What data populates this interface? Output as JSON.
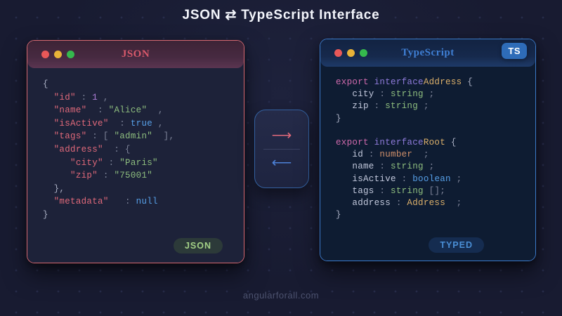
{
  "page": {
    "title": "JSON ⇄ TypeScript Interface",
    "watermark": "angularforall.com"
  },
  "colors": {
    "background": "#181b31",
    "json_border": "#d96a72",
    "ts_border": "#3c7ccc",
    "json_key": "#e0697a",
    "string_value": "#8fbf7f",
    "number_value": "#b07fd8",
    "boolean_value": "#57a0e8",
    "type_name": "#dcb06a",
    "arrow_to_ts": "#e0697a",
    "arrow_to_json": "#4d82d8"
  },
  "json_panel": {
    "title": "JSON",
    "badge": "JSON",
    "traffic_lights": [
      "red",
      "yellow",
      "green"
    ],
    "code": [
      [
        {
          "t": "{",
          "c": "brace"
        }
      ],
      [
        {
          "t": "  ",
          "c": "punc"
        },
        {
          "t": "\"id\"",
          "c": "key"
        },
        {
          "t": " : ",
          "c": "punc"
        },
        {
          "t": "1",
          "c": "num"
        },
        {
          "t": " ,",
          "c": "punc"
        }
      ],
      [
        {
          "t": "  ",
          "c": "punc"
        },
        {
          "t": "\"name\"",
          "c": "key"
        },
        {
          "t": "  : ",
          "c": "punc"
        },
        {
          "t": "\"Alice\"",
          "c": "str"
        },
        {
          "t": "  ,",
          "c": "punc"
        }
      ],
      [
        {
          "t": "  ",
          "c": "punc"
        },
        {
          "t": "\"isActive\"",
          "c": "key"
        },
        {
          "t": "  : ",
          "c": "punc"
        },
        {
          "t": "true",
          "c": "bool"
        },
        {
          "t": " ,",
          "c": "punc"
        }
      ],
      [
        {
          "t": "  ",
          "c": "punc"
        },
        {
          "t": "\"tags\"",
          "c": "key"
        },
        {
          "t": " : [ ",
          "c": "punc"
        },
        {
          "t": "\"admin\"",
          "c": "str"
        },
        {
          "t": "  ],",
          "c": "punc"
        }
      ],
      [
        {
          "t": "  ",
          "c": "punc"
        },
        {
          "t": "\"address\"",
          "c": "key"
        },
        {
          "t": "  : {",
          "c": "punc"
        }
      ],
      [
        {
          "t": "     ",
          "c": "punc"
        },
        {
          "t": "\"city\"",
          "c": "key"
        },
        {
          "t": " : ",
          "c": "punc"
        },
        {
          "t": "\"Paris\"",
          "c": "str"
        }
      ],
      [
        {
          "t": "     ",
          "c": "punc"
        },
        {
          "t": "\"zip\"",
          "c": "key"
        },
        {
          "t": " : ",
          "c": "punc"
        },
        {
          "t": "\"75001\"",
          "c": "str"
        }
      ],
      [
        {
          "t": "  },",
          "c": "brace"
        }
      ],
      [
        {
          "t": "  ",
          "c": "punc"
        },
        {
          "t": "\"metadata\"",
          "c": "key"
        },
        {
          "t": "   : ",
          "c": "punc"
        },
        {
          "t": "null",
          "c": "bool"
        }
      ],
      [
        {
          "t": "}",
          "c": "brace"
        }
      ]
    ]
  },
  "ts_panel": {
    "title": "TypeScript",
    "corner_badge": "TS",
    "badge": "TYPED",
    "traffic_lights": [
      "red",
      "yellow",
      "green"
    ],
    "code": [
      [
        {
          "t": "export ",
          "c": "kw1"
        },
        {
          "t": "interface",
          "c": "kw2"
        },
        {
          "t": "Address",
          "c": "type"
        },
        {
          "t": " {",
          "c": "brace"
        }
      ],
      [
        {
          "t": "   ",
          "c": "punc"
        },
        {
          "t": "city",
          "c": "prop"
        },
        {
          "t": " : ",
          "c": "punc"
        },
        {
          "t": "string",
          "c": "str"
        },
        {
          "t": " ;",
          "c": "punc"
        }
      ],
      [
        {
          "t": "   ",
          "c": "punc"
        },
        {
          "t": "zip",
          "c": "prop"
        },
        {
          "t": " : ",
          "c": "punc"
        },
        {
          "t": "string",
          "c": "str"
        },
        {
          "t": " ;",
          "c": "punc"
        }
      ],
      [
        {
          "t": "}",
          "c": "brace"
        }
      ],
      [],
      [
        {
          "t": "export ",
          "c": "kw1"
        },
        {
          "t": "interface",
          "c": "kw2"
        },
        {
          "t": "Root",
          "c": "type"
        },
        {
          "t": " {",
          "c": "brace"
        }
      ],
      [
        {
          "t": "   ",
          "c": "punc"
        },
        {
          "t": "id",
          "c": "prop"
        },
        {
          "t": " : ",
          "c": "punc"
        },
        {
          "t": "number",
          "c": "num2"
        },
        {
          "t": "  ;",
          "c": "punc"
        }
      ],
      [
        {
          "t": "   ",
          "c": "punc"
        },
        {
          "t": "name",
          "c": "prop"
        },
        {
          "t": " : ",
          "c": "punc"
        },
        {
          "t": "string",
          "c": "str"
        },
        {
          "t": " ;",
          "c": "punc"
        }
      ],
      [
        {
          "t": "   ",
          "c": "punc"
        },
        {
          "t": "isActive",
          "c": "prop"
        },
        {
          "t": " : ",
          "c": "punc"
        },
        {
          "t": "boolean",
          "c": "bool"
        },
        {
          "t": " ;",
          "c": "punc"
        }
      ],
      [
        {
          "t": "   ",
          "c": "punc"
        },
        {
          "t": "tags",
          "c": "prop"
        },
        {
          "t": " : ",
          "c": "punc"
        },
        {
          "t": "string",
          "c": "str"
        },
        {
          "t": " [];",
          "c": "punc"
        }
      ],
      [
        {
          "t": "   ",
          "c": "punc"
        },
        {
          "t": "address",
          "c": "prop"
        },
        {
          "t": " : ",
          "c": "punc"
        },
        {
          "t": "Address",
          "c": "type"
        },
        {
          "t": "  ;",
          "c": "punc"
        }
      ],
      [
        {
          "t": "}",
          "c": "brace"
        }
      ]
    ]
  },
  "converter": {
    "to_ts_arrow": "⟶",
    "to_json_arrow": "⟵"
  }
}
